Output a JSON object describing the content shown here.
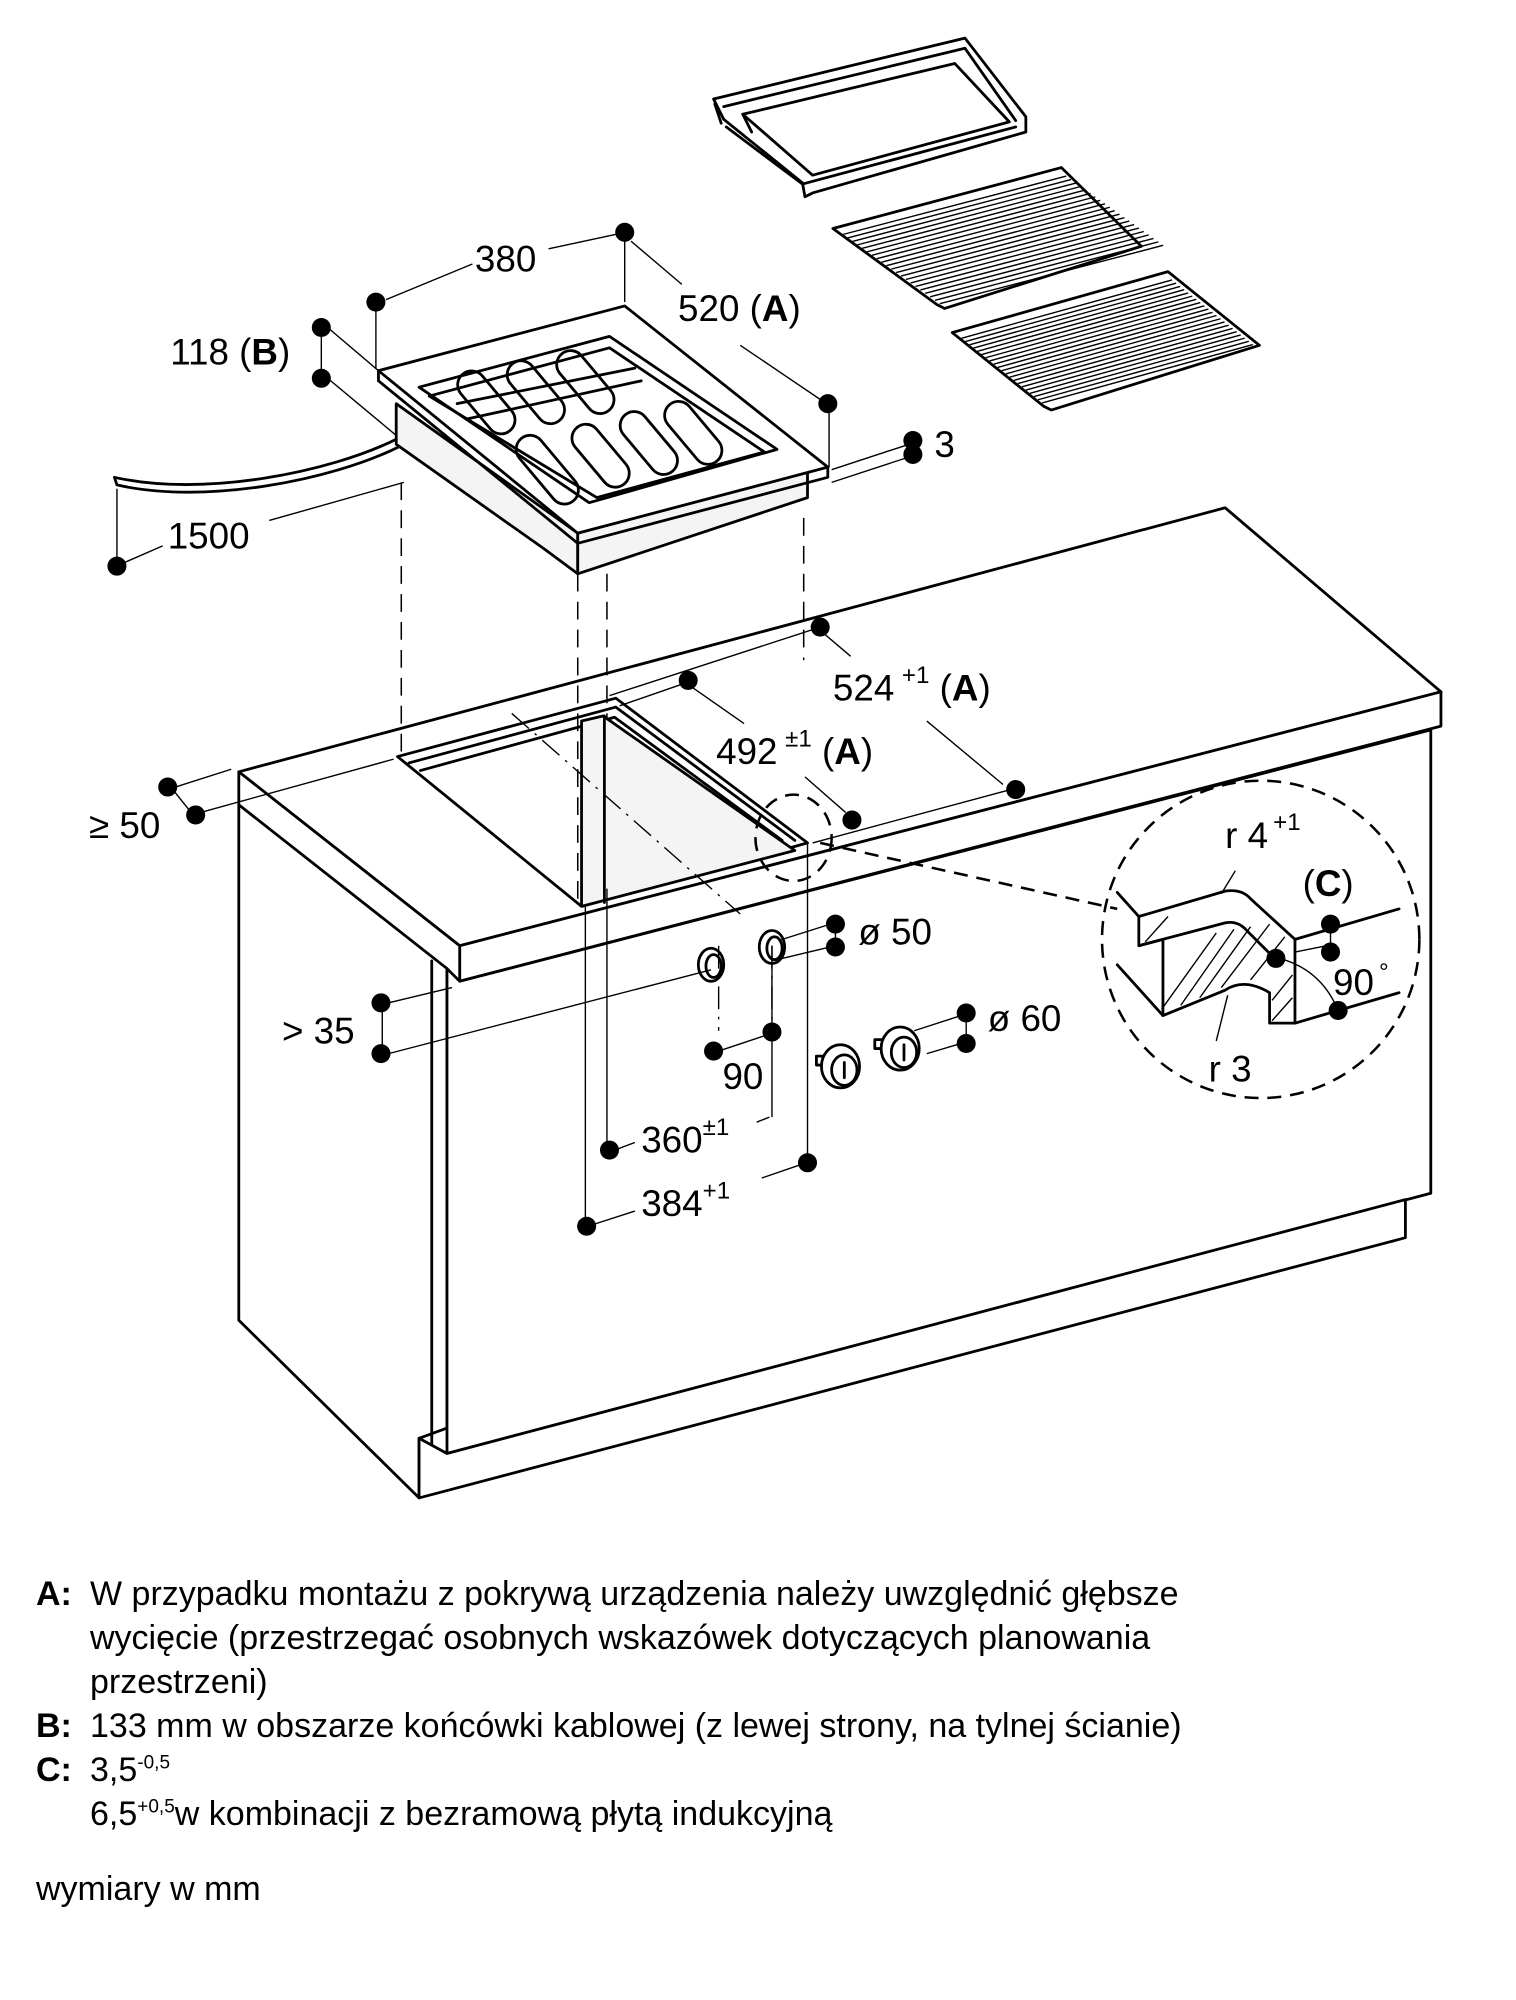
{
  "diagram": {
    "title": "Installation dimensions – built-in grill module",
    "dimensions": {
      "width_380": "380",
      "depth_520": "520",
      "depth_520_ref": "A",
      "height_118": "118",
      "height_118_ref": "B",
      "cable_1500": "1500",
      "rim_3": "3",
      "cutout_outer_524": "524",
      "cutout_outer_524_tol": "+1",
      "cutout_outer_524_ref": "A",
      "cutout_inner_492": "492",
      "cutout_inner_492_tol": "±1",
      "cutout_inner_492_ref": "A",
      "front_gap": "≥ 50",
      "worktop_thickness": "> 35",
      "hole_d50": "ø 50",
      "plug_d60": "ø 60",
      "hole_spacing_90": "90",
      "inner_width_360": "360",
      "inner_width_360_tol": "±1",
      "outer_width_384": "384",
      "outer_width_384_tol": "+1"
    },
    "detail": {
      "radius_top": "r 4",
      "radius_top_tol": "+1",
      "radius_bottom": "r 3",
      "angle": "90",
      "angle_unit": "°",
      "ref": "C"
    },
    "components": [
      "grill-module",
      "grease-tray",
      "grill-plate-ribbed",
      "grill-plate-flat",
      "worktop",
      "cabinet",
      "control-knob-1",
      "control-knob-2",
      "power-cable"
    ]
  },
  "notes": [
    {
      "key": "A:",
      "lines": [
        "W przypadku montażu z pokrywą urządzenia należy uwzględnić głębsze",
        "wycięcie (przestrzegać osobnych wskazówek dotyczących planowania",
        "przestrzeni)"
      ]
    },
    {
      "key": "B:",
      "lines": [
        "133 mm w obszarze końcówki kablowej (z lewej strony, na tylnej ścianie)"
      ]
    },
    {
      "key": "C:",
      "line1_value": "3,5",
      "line1_tol": "-0,5",
      "line2_value": "6,5",
      "line2_tol": "+0,5",
      "line2_text": "w kombinacji z bezramową płytą indukcyjną"
    }
  ],
  "units_note": "wymiary w mm"
}
